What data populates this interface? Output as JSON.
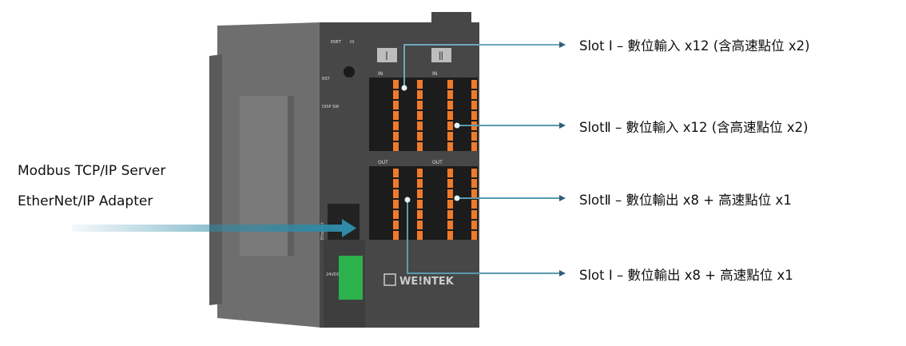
{
  "left_labels": [
    "Modbus TCP/IP Server",
    "EtherNet/IP Adapter"
  ],
  "callouts": [
    {
      "text": "Slot Ⅰ – 數位輸入 x12 (含高速點位 x2)"
    },
    {
      "text": "SlotⅡ – 數位輸入 x12 (含高速點位 x2)"
    },
    {
      "text": "SlotⅡ – 數位輸出 x8 + 高速點位 x1"
    },
    {
      "text": "Slot Ⅰ – 數位輸出 x8 + 高速點位 x1"
    }
  ],
  "device": {
    "brand": "WE!NTEK",
    "slot1": "Ⅰ",
    "slot2": "Ⅱ",
    "in": "IN",
    "out": "OUT",
    "enet": "ENET",
    "io": "IO",
    "rst": "RST",
    "disp": "DISP SW",
    "power": "24VDC",
    "ethernet": "Ethernet"
  },
  "colors": {
    "arrow": "#2f6f86",
    "accent": "#f07a2a",
    "body": "#474747",
    "side": "#6e6e6e",
    "terminal": "#2bb24c"
  }
}
